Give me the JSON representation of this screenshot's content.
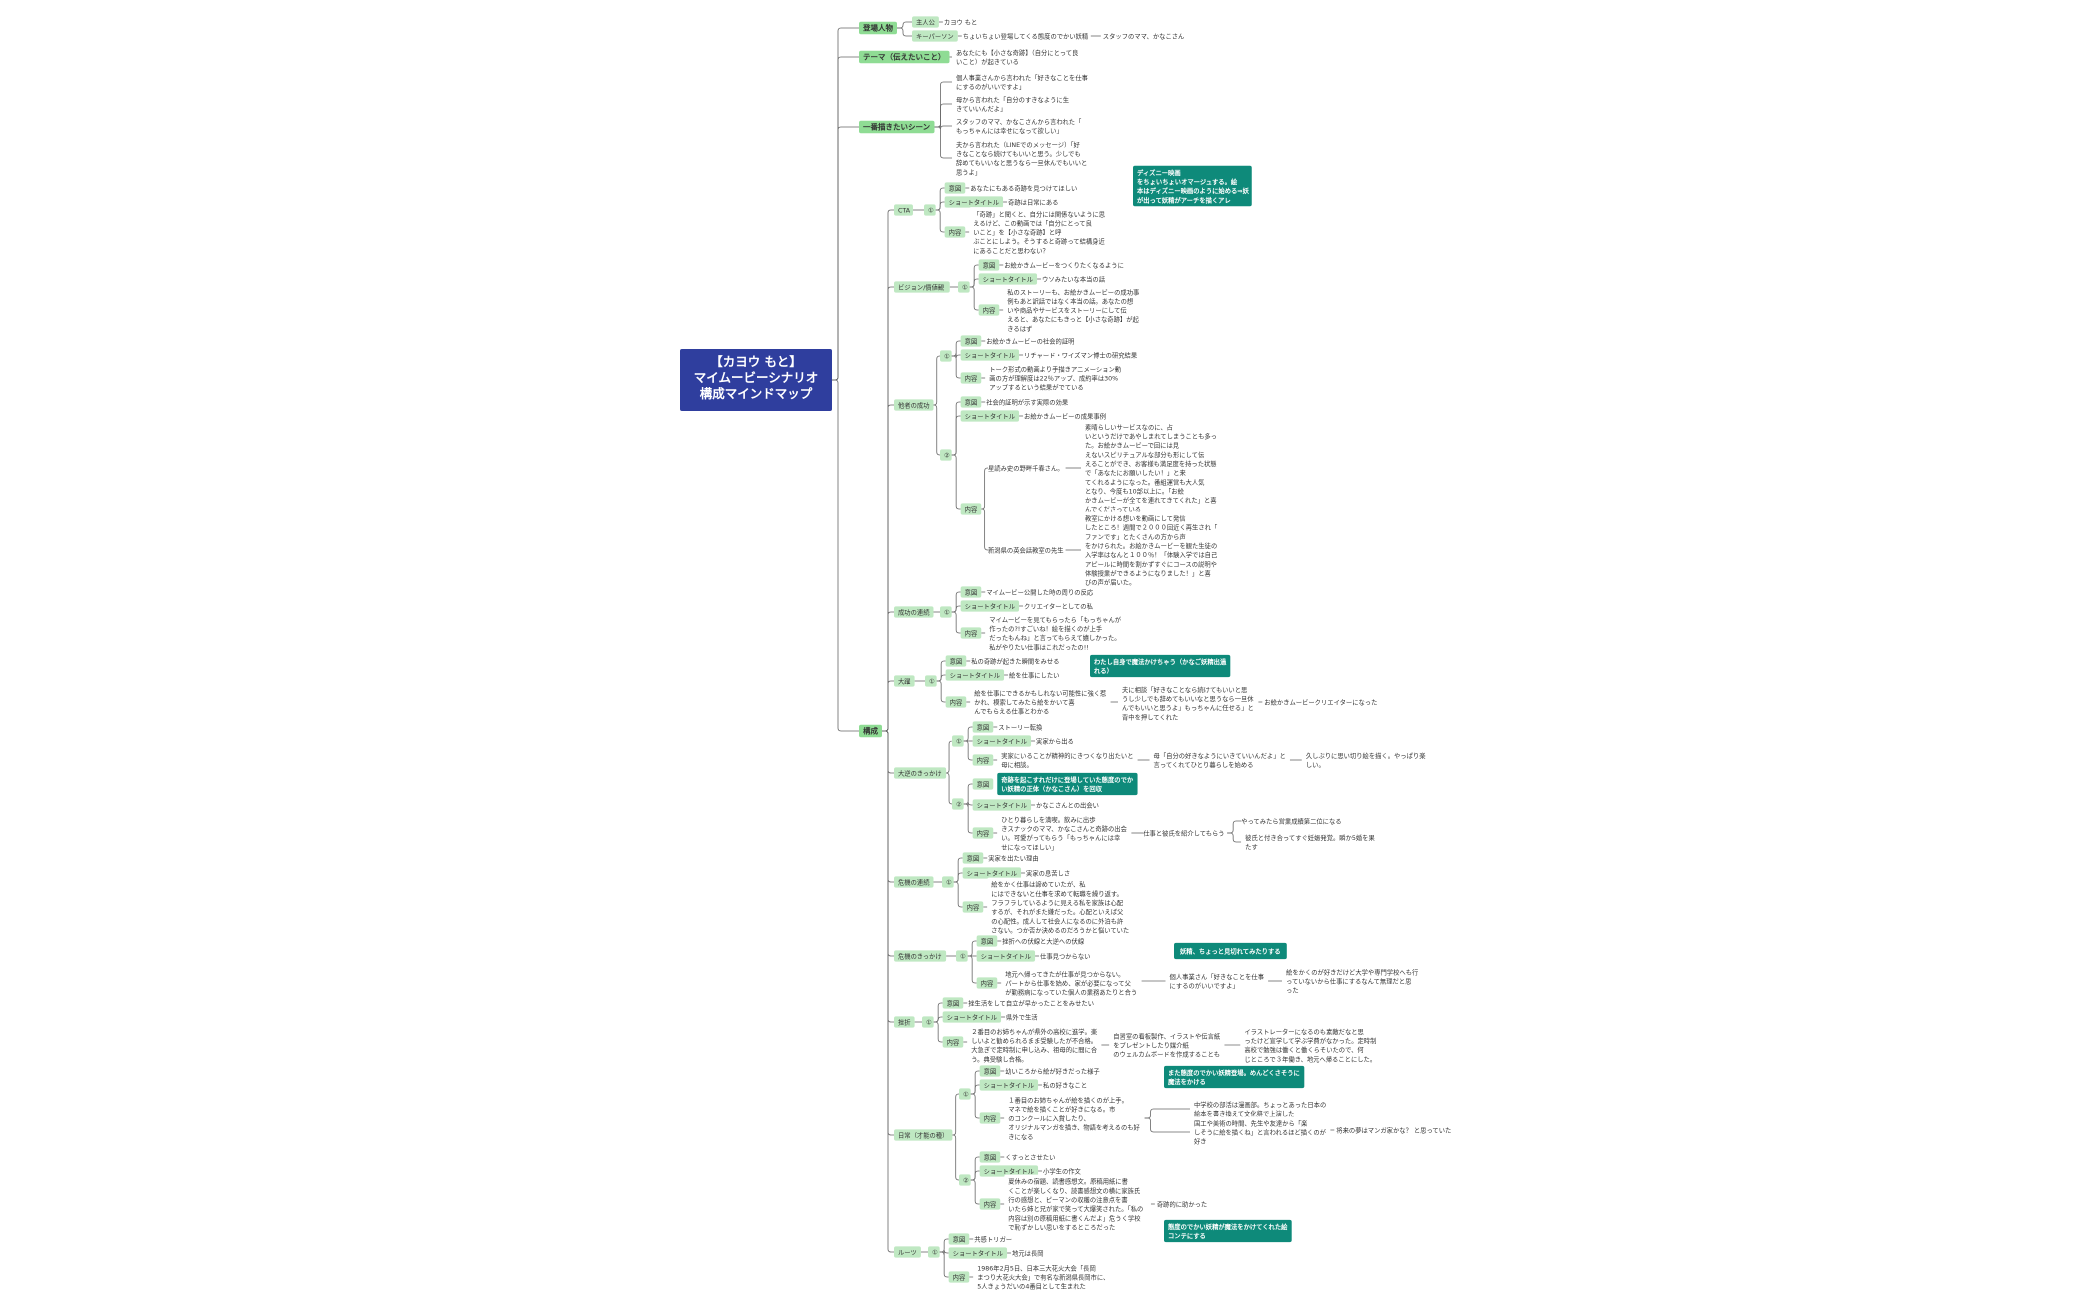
{
  "root": {
    "lines": [
      "【カヨウ もと】",
      "マイムービーシナリオ",
      "構成マインドマップ"
    ]
  },
  "colors": {
    "root": "#2f3e9e",
    "branch": "#8fdc94",
    "tag": "#bfe8c2",
    "note": "#0e8a7a",
    "line": "#666666",
    "text": "#333333",
    "card": "#f2f2f2"
  },
  "sections": {
    "characters": {
      "title": "登場人物",
      "tag1": "主人公",
      "val1": "カヨウ もと",
      "tag2": "キーパーソン",
      "val2": "ちょいちょい登場してくる態度のでかい妖精",
      "val2b": "スタッフのママ、かなこさん"
    },
    "theme": {
      "title": "テーマ（伝えたいこと）",
      "text": [
        "あなたにも【小さな奇跡】（自分にとって良",
        "いこと）が起きている"
      ]
    },
    "scene": {
      "title": "一番描きたいシーン",
      "items": [
        [
          "個人事業さんから言われた「好きなことを仕事",
          "にするのがいいですよ」"
        ],
        [
          "母から言われた「自分のすきなように生",
          "きていいんだよ」"
        ],
        [
          "スタッフのママ、かなこさんから言われた「",
          "もっちゃんには幸せになって欲しい」"
        ],
        [
          "夫から言われた（LINEでのメッセージ）「好",
          "きなことなら続けてもいいと思う。少しでも",
          "辞めてもいいなと思うなら一旦休んでもいいと",
          "思うよ」"
        ]
      ]
    },
    "structure": {
      "title": "構成",
      "note_disney": [
        "ディズニー映画",
        "をちょいちょいオマージュする。絵",
        "本はディズニー映画のように始める⇒妖",
        "が出って妖精がアーチを描くアレ"
      ],
      "cta": {
        "title": "CTA",
        "num": "①",
        "intent_tag": "意図",
        "intent": "あなたにもある奇跡を見つけてほしい",
        "short_tag": "ショートタイトル",
        "short": "奇跡は日常にある",
        "body_tag": "内容",
        "body": [
          "「奇跡」と聞くと、自分には関係ないように思",
          "えるけど、この動画では「自分にとって良",
          "いこと」を【小さな奇跡】と呼",
          "ぶことにしよう。そうすると奇跡って結構身近",
          "にあることだと思わない？"
        ]
      },
      "vision": {
        "title": "ビジョン/價値観",
        "num": "①",
        "intent_tag": "意図",
        "intent": "お絵かきムービーをつくりたくなるように",
        "short_tag": "ショートタイトル",
        "short": "ウソみたいな本当の話",
        "body_tag": "内容",
        "body": [
          "私のストーリーも、お絵かきムービーの成功事",
          "例もあと訳話ではなく本当の話。あなたの想",
          "いや商品やサービスをストーリーにして伝",
          "えると、あなたにもきっと【小さな奇跡】が起",
          "きるはず"
        ]
      },
      "proof": {
        "title": "他者の成功",
        "num1": "①",
        "intent_tag1": "意図",
        "intent1": "お絵かきムービーの社会的証明",
        "short_tag1": "ショートタイトル",
        "short1": "リチャード・ワイズマン博士の研究結果",
        "body_tag1": "内容",
        "body1": [
          "トーク形式の動画より手描きアニメーション動",
          "画の方が理解度は22％アップ、成約率は30%",
          "アップするという結果がでている"
        ],
        "num2": "②",
        "intent_tag2": "意図",
        "intent2": "社会的証明が示す実際の効果",
        "short_tag2": "ショートタイトル",
        "short2": "お絵かきムービーの成果事例",
        "body_tag2": "内容",
        "case1": "星読み史の野畔千春さん。",
        "case1_text": [
          "素晴らしいサービスなのに、占",
          "いというだけであやしまれてしまうことも多っ",
          "た。お絵かきムービーで回には見",
          "えないスピリチュアルな部分も形にして伝",
          "えることができ、お客様も満足度を持った状態",
          "で「あなたにお願いしたい！」と来",
          "てくれるようになった。番組運営も大人気",
          "となり、今度も10部以上に。「お絵",
          "かきムービーが全てを連れてきてくれた」と喜",
          "んでくださっている"
        ],
        "case2": "新潟県の英会話教室の先生",
        "case2_text": [
          "教室にかける想いを動画にして発信",
          "したところ！週間で２０００回近く再生され「",
          "ファンです」とたくさんの方から声",
          "をかけられた。お絵かきムービーを観た生徒の",
          "入学率はなんと１００％！「体験入学では自己",
          "アピールに時間を割かずすぐにコースの説明や",
          "体験授業ができるようになりました！」と喜",
          "びの声が届いた。"
        ]
      },
      "success": {
        "title": "成功の連続",
        "num": "①",
        "intent_tag": "意図",
        "intent": "マイムービー公開した時の周りの反応",
        "short_tag": "ショートタイトル",
        "short": "クリエイターとしての私",
        "body_tag": "内容",
        "body": [
          "マイムービーを見てもらったら「もっちゃんが",
          "作ったの?!すごいね！絵を描くのが上手",
          "だったもんね」と言ってもらえて嬉しかった。",
          "私がやりたい仕事はこれだったの!!"
        ]
      },
      "leap": {
        "title": "大躍",
        "num": "①",
        "intent_tag": "意図",
        "intent": "私の奇跡が起きた瞬間をみせる",
        "short_tag": "ショートタイトル",
        "short": "絵を仕事にしたい",
        "body_tag": "内容",
        "body": [
          "絵を仕事にできるかもしれない可能性に強く惹",
          "かれ、模索してみたら絵をかいて喜",
          "んでもらえる仕事とわかる"
        ],
        "note": [
          "わたし自身で魔法かけちゃう（かなご妖精出過",
          "れる）"
        ],
        "detail": [
          "夫に相談「好きなことなら続けてもいいと思",
          "うし少しでも辞めてもいいなと思うなら一旦休",
          "んでもいいと思うよ」もっちゃんに任せる」と",
          "背中を押してくれた"
        ],
        "result": "お絵かきムービークリエイターになった"
      },
      "turning": {
        "title": "大逆のきっかけ",
        "num1": "①",
        "intent_tag1": "意図",
        "intent1": "ストーリー転換",
        "short_tag1": "ショートタイトル",
        "short1": "実家から出る",
        "body_tag1": "内容",
        "body1": [
          "実家にいることが精神的にきつくなり出たいと",
          "母に相談。"
        ],
        "mid1": [
          "母「自分の好きなようにいきていいんだよ」と",
          "言ってくれてひとり暮らしを始める"
        ],
        "end1": [
          "久しぶりに思い切り絵を描く。やっぱり楽",
          "しい。"
        ],
        "num2": "②",
        "intent_tag2": "意図",
        "intent2": [
          "奇跡を起こすれだけに登場していた態度のでか",
          "い妖精の正体（かなこさん）を回収"
        ],
        "short_tag2": "ショートタイトル",
        "short2": "かなこさんとの出会い",
        "body_tag2": "内容",
        "body2": [
          "ひとり暮らしを満喫。飲みに出歩",
          "きスナックのママ、かなこさんと奇跡の出会",
          "い。可愛がってもらう「もっちゃんには幸",
          "せになってほしい」"
        ],
        "mid2": "仕事と彼氏を紹介してもらう",
        "end2a": "やってみたら営業成績第二位になる",
        "end2b": [
          "彼氏と付き合ってすぐ妊娠発覚。瞬か5婚を果",
          "たす"
        ]
      },
      "crisis": {
        "title": "危機の連続",
        "num": "①",
        "intent_tag": "意図",
        "intent": "実家を出たい理由",
        "short_tag": "ショートタイトル",
        "short": "実家の息苦しさ",
        "body_tag": "内容",
        "body": [
          "絵をかく仕事は諦めていたが、私",
          "にはできないと仕事を求めて転職を繰り返す。",
          "フラフラしているように見える私を家族は心配",
          "するが、それがまた嫌だった。心配といえば父",
          "の心配性。成人して社会人になるのに外泊も許",
          "さない。つか否か決めるのだろうかと悩いていた"
        ]
      },
      "crisis_start": {
        "title": "危機のきっかけ",
        "num": "①",
        "intent_tag": "意図",
        "intent": "挫折への伏線と大逆への伏線",
        "short_tag": "ショートタイトル",
        "short": "仕事見つからない",
        "body_tag": "内容",
        "body": [
          "地元へ帰ってきたが仕事が見つからない。",
          "パートから仕事を始め、家が必要になって父",
          "が勤務病になっていた個人の業務あたりと合う"
        ],
        "mid": [
          "個人事業さん「好きなことを仕事",
          "にするのがいいですよ」"
        ],
        "end": [
          "絵をかくのが好きだけど大学や専門学校へも行",
          "っていないから仕事にするなんて無理だと思",
          "った"
        ],
        "note": "妖精、ちょっと見切れてみたりする"
      },
      "setback": {
        "title": "挫折",
        "num": "①",
        "intent_tag": "意図",
        "intent": "挫生活をして自立が早かったことをみせたい",
        "short_tag": "ショートタイトル",
        "short": "県外で生活",
        "body_tag": "内容",
        "body": [
          "２番目のお姉ちゃんが県外の高校に進学。楽",
          "しいよと勧められるまま受験したが不合格。",
          "大急ぎで定時制に申し込み、祖母的に間に合",
          "う。典受験し合格。"
        ],
        "mid": [
          "自習室の看板製作、イラストや伝言紙",
          "をプレゼントしたり媒介紙",
          "のウェルカムボードを作成することも"
        ],
        "end": [
          "イラストレーターになるのも素敵だなと思",
          "ったけど宣学して学ぶ学費がなかった。定時制",
          "高校で勉強は働くと働くらそいたので、何",
          "じところで３年働き、地元へ帰ることにした。"
        ]
      },
      "daily": {
        "title": "日常（才能の種）",
        "num1": "①",
        "intent_tag1": "意図",
        "intent1": "幼いころから絵が好きだった様子",
        "short_tag1": "ショートタイトル",
        "short1": "私の好きなこと",
        "body_tag1": "内容",
        "body1": [
          "１番目のお姉ちゃんが絵を描くのが上手。",
          "マネで絵を描くことが好きになる。市",
          "のコンクールに入賞したり、",
          "オリジナルマンガを描き、物語を考えるのも好",
          "きになる"
        ],
        "mid1a": [
          "中学校の部活は漫画部。ちょっとあった日本の",
          "絵本を書き換えて文化祭で上演した"
        ],
        "mid1b": [
          "国工や美術の時間、先生や友達から「楽",
          "しそうに絵を描くね」と言われるほど描くのが",
          "好き"
        ],
        "end1": "将来の夢はマンガ家かな？ と思っていた",
        "note1": [
          "また態度のでかい妖精登場。めんどくさそうに",
          "魔法をかける"
        ],
        "num2": "②",
        "intent_tag2": "意図",
        "intent2": "くすっとさせたい",
        "short_tag2": "ショートタイトル",
        "short2": "小学生の作文",
        "body_tag2": "内容",
        "body2": [
          "夏休みの宿題、読書感想文。原稿用紙に書",
          "くことが楽しくなり、読書感想文の横に家族氏",
          "行の感想と、ピーマンの収穫の注意点を書",
          "いたら姉と兄が家で笑って大爆笑された。「私の",
          "内容は別の原稿用紙に書くんだよ」危うく学校",
          "で恥ずかしい思いをするところだった"
        ],
        "end2": "奇跡的に助かった",
        "note2": [
          "態度のでかい妖精が魔法をかけてくれた絵",
          "コンテにする"
        ]
      },
      "roots": {
        "title": "ルーツ",
        "num": "①",
        "intent_tag": "意図",
        "intent": "共感トリガー",
        "short_tag": "ショートタイトル",
        "short": "地元は長岡",
        "body_tag": "内容",
        "body": [
          "1986年2月5日、日本三大花火大会「長岡",
          "まつり大花火大会」で有名な新潟県長岡市に、",
          "5人きょうだいの4番目として生まれた"
        ]
      }
    }
  }
}
